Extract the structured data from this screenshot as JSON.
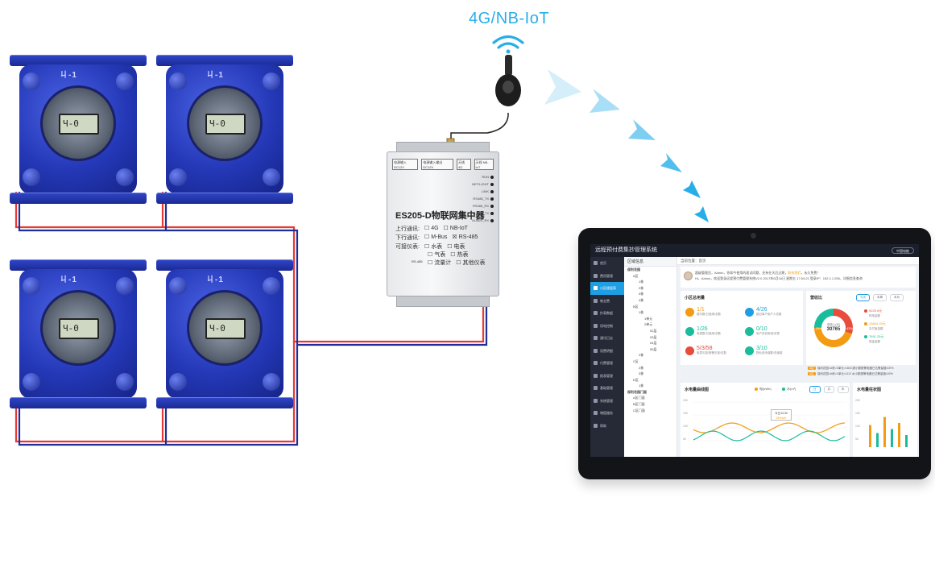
{
  "network": {
    "label": "4G/NB-IoT",
    "wifi_icon": "wifi-signal-icon",
    "accent": "#27aee8"
  },
  "meters": [
    {
      "name": "water-meter-1",
      "mark": "ㄐ-1",
      "reading": "Ч-0"
    },
    {
      "name": "water-meter-2",
      "mark": "ㄐ-1",
      "reading": "Ч-0"
    },
    {
      "name": "water-meter-3",
      "mark": "ㄐ-1",
      "reading": "Ч-0"
    },
    {
      "name": "water-meter-4",
      "mark": "ㄐ-1",
      "reading": "Ч-0"
    }
  ],
  "concentrator": {
    "title": "ES205-D物联网集中器",
    "ports": [
      "电源输入 DC12V",
      "电源输入输出 DC12V",
      "天线 4G",
      "天线 NB-IoT"
    ],
    "leds": [
      "RUN",
      "NET/LIGHT",
      "LINK",
      "RS485_TX",
      "RS485_RX",
      "M-BUS_TX",
      "M-BUS_RX"
    ],
    "uplink_label": "上行通讯:",
    "uplink": [
      "4G",
      "NB-IoT"
    ],
    "downlink_label": "下行通讯:",
    "downlink": [
      "M-Bus",
      "RS-485"
    ],
    "meters_label": "可接仪表:",
    "meters_row1": [
      "水表",
      "电表"
    ],
    "meters_row2": [
      "气表",
      "热表"
    ],
    "meters_row3": [
      "流量计",
      "其他仪表"
    ],
    "bottom_label": "RS-485"
  },
  "dashboard": {
    "app_title": "远程预付费集抄管理系统",
    "top_right": "中国电能",
    "nav": [
      {
        "label": "首页",
        "active": false
      },
      {
        "label": "费用管理",
        "active": false
      },
      {
        "label": "小区楼盘表",
        "active": true
      },
      {
        "label": "物业费",
        "active": false
      },
      {
        "label": "抄表数据",
        "active": false
      },
      {
        "label": "用电控制",
        "active": false
      },
      {
        "label": "通讯日志",
        "active": false
      },
      {
        "label": "用费明细",
        "active": false
      },
      {
        "label": "付费管理",
        "active": false
      },
      {
        "label": "报表管理",
        "active": false
      },
      {
        "label": "基础管理",
        "active": false
      },
      {
        "label": "系统管理",
        "active": false
      },
      {
        "label": "增值服务",
        "active": false
      },
      {
        "label": "帮助",
        "active": false
      }
    ],
    "tree_title": "区域信息",
    "tree": [
      {
        "label": "保利花园",
        "level": 0
      },
      {
        "label": "A区",
        "level": 1
      },
      {
        "label": "1栋",
        "level": 2
      },
      {
        "label": "2栋",
        "level": 2
      },
      {
        "label": "3栋",
        "level": 2
      },
      {
        "label": "4栋",
        "level": 2
      },
      {
        "label": "B区",
        "level": 1
      },
      {
        "label": "1栋",
        "level": 2
      },
      {
        "label": "1单元",
        "level": 3
      },
      {
        "label": "2单元",
        "level": 3
      },
      {
        "label": "02层",
        "level": 4
      },
      {
        "label": "03层",
        "level": 4
      },
      {
        "label": "04层",
        "level": 4
      },
      {
        "label": "05层",
        "level": 4
      },
      {
        "label": "2栋",
        "level": 2
      },
      {
        "label": "C区",
        "level": 1
      },
      {
        "label": "2栋",
        "level": 2
      },
      {
        "label": "3栋",
        "level": 2
      },
      {
        "label": "D区",
        "level": 1
      },
      {
        "label": "1栋",
        "level": 2
      },
      {
        "label": "保利花园门面",
        "level": 0
      },
      {
        "label": "A区门面",
        "level": 1
      },
      {
        "label": "B区门面",
        "level": 1
      },
      {
        "label": "C区门面",
        "level": 1
      }
    ],
    "breadcrumb": "当前位置：首页",
    "welcome_line1": "超级管理员，Admin，你如今使用的面试问题，还有在天后过期，",
    "welcome_highlight": "联系我们",
    "welcome_line1_end": "，永久免费！",
    "welcome_line2": "Hi，Admin，欢迎登录远程预付费管理系统V2.0   2017年6月16日   星期五   17:04:21   登录IP：192.2.1.255，详细信息查询",
    "usage_title": "小区总用量",
    "stats": [
      {
        "value": "1/1",
        "label": "楼宇数/已使用/总数",
        "color": "#f39c12"
      },
      {
        "value": "4/26",
        "label": "超过单户用户人总数",
        "color": "#1f9fe3"
      },
      {
        "value": "1/26",
        "label": "电表数/已使用/总数",
        "color": "#1abc9c"
      },
      {
        "value": "0/10",
        "label": "用户未初用电/总表",
        "color": "#1abc9c"
      },
      {
        "value": "5/3/58",
        "label": "电表欠费/报警欠费/总数",
        "color": "#e74c3c"
      },
      {
        "value": "3/10",
        "label": "物业费未缴数/总缴费",
        "color": "#1abc9c"
      }
    ],
    "revenue_title": "营收比",
    "revenue_tabs": [
      "今天",
      "本周",
      "本月"
    ],
    "donut_center_label": "总收入(元)",
    "donut_center_value": "30765",
    "donut_segments": [
      {
        "value": 30,
        "color": "#e74c3c"
      },
      {
        "value": 45,
        "color": "#f39c12"
      },
      {
        "value": 25,
        "color": "#1abc9c"
      }
    ],
    "donut_pct_left": "25%",
    "donut_pct_right": "43%",
    "revenue_legend": [
      {
        "amount": "9229.5元",
        "label": "购电金额",
        "color": "#e74c3c"
      },
      {
        "amount": "13844.25元",
        "label": "支付宝金额",
        "color": "#f39c12"
      },
      {
        "amount": "7691.25元",
        "label": "现金金额",
        "color": "#1abc9c"
      }
    ],
    "alerts": [
      {
        "tag": "A区",
        "text": "保利花园>A栋>2单元>1603 超小额报警电器已达警量值100%"
      },
      {
        "tag": "A区",
        "text": "保利花园>A栋>1单元>1112 水小额报警电器已达警量值100%"
      }
    ],
    "line_title": "水电量曲线图",
    "line_legend": [
      {
        "label": "电(kWh)",
        "color": "#f39c12"
      },
      {
        "label": "水(m³)",
        "color": "#1abc9c"
      }
    ],
    "line_tabs": [
      "日",
      "月",
      "年"
    ],
    "line_axis": [
      "200",
      "150",
      "100",
      "50"
    ],
    "tooltip_time": "今日14:30",
    "tooltip_value": "28 Kw/h",
    "bar_title": "水电量柱状图",
    "bar_axis": [
      "200",
      "150",
      "100",
      "50"
    ]
  },
  "wires": {
    "red": "#e53935",
    "blue": "#1e2f9a"
  }
}
